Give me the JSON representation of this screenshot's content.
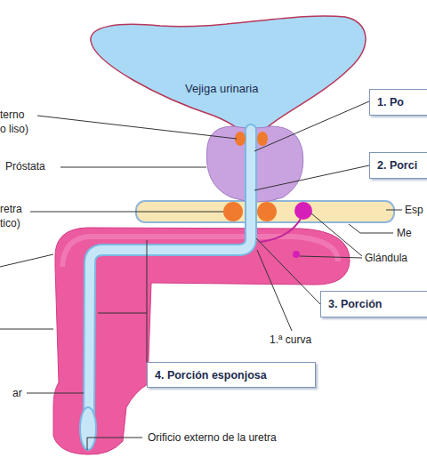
{
  "diagram": {
    "nodes": [
      {
        "text": [
          "Vejiga urinaria"
        ]
      },
      {
        "text": [
          "1. Po"
        ]
      },
      {
        "text": [
          "2. Porci"
        ]
      },
      {
        "text": [
          "3. Porción"
        ]
      },
      {
        "text": [
          "4. Porción esponjosa"
        ]
      }
    ],
    "labels": [
      "terno",
      "o liso)",
      "Próstata",
      "retra",
      "tico)",
      "Esp",
      "Me",
      "Glándula",
      "1.ª curva",
      "ar",
      "Orificio externo de la uretra"
    ]
  }
}
